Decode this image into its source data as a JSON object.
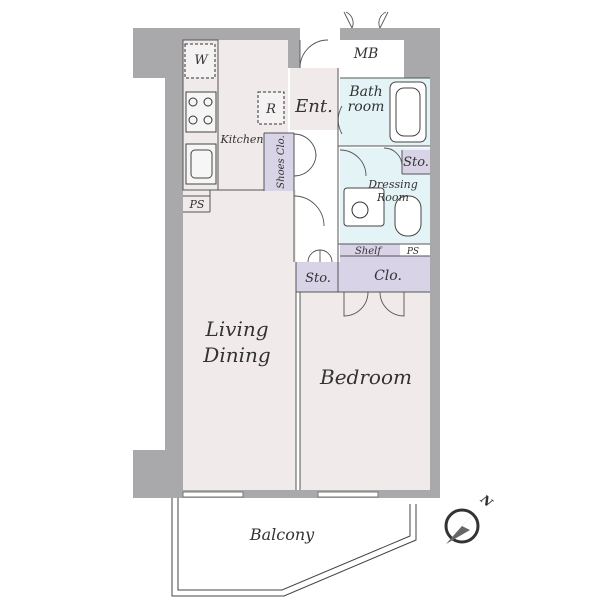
{
  "rooms": {
    "w": "W",
    "r": "R",
    "kitchen": "Kitchen",
    "ent": "Ent.",
    "mb": "MB",
    "bath_line1": "Bath",
    "bath_line2": "room",
    "shoes": "Shoes Clo.",
    "sto_top": "Sto.",
    "dressing_line1": "Dressing",
    "dressing_line2": "Room",
    "ps_left": "PS",
    "ps_right": "PS",
    "shelf": "Shelf",
    "sto_mid": "Sto.",
    "clo": "Clo.",
    "living_line1": "Living",
    "living_line2": "Dining",
    "bedroom": "Bedroom",
    "balcony": "Balcony",
    "north": "N"
  },
  "colors": {
    "wall": "#a9a9ab",
    "room": "#f1eaea",
    "wet_area": "#e4f3f6",
    "storage": "#d8d3e6"
  }
}
